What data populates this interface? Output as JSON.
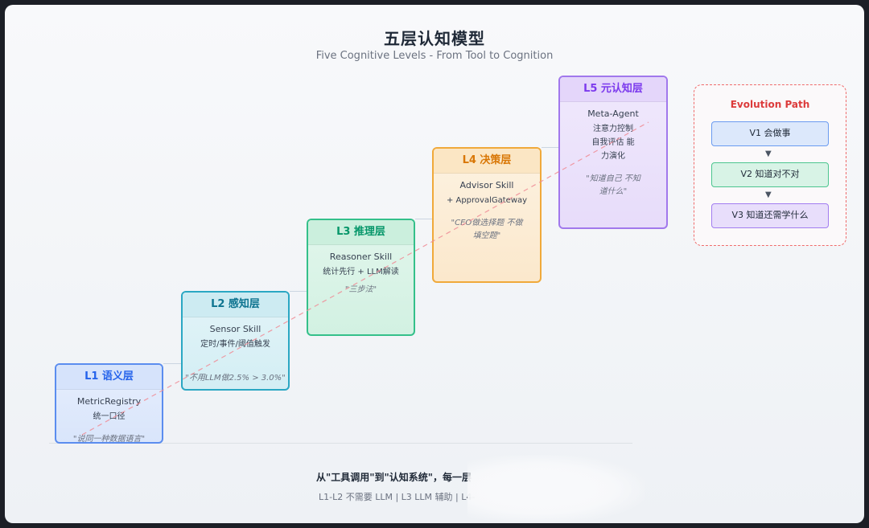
{
  "title": "五层认知模型",
  "subtitle": "Five Cognitive Levels - From Tool to Cognition",
  "levels": [
    {
      "name": "L1 语义层",
      "skill": "MetricRegistry",
      "desc": "统一口径",
      "quote": "\"说同一种数据语言\""
    },
    {
      "name": "L2 感知层",
      "skill": "Sensor Skill",
      "desc": "定时/事件/阈值触发",
      "quote": "\"不用LLM做2.5% > 3.0%\""
    },
    {
      "name": "L3 推理层",
      "skill": "Reasoner Skill",
      "desc": "统计先行 + LLM解读",
      "quote": "\"三步法\""
    },
    {
      "name": "L4 决策层",
      "skill": "Advisor Skill",
      "desc": "+ ApprovalGateway",
      "quote": "\"CEO做选择题 不做填空题\""
    },
    {
      "name": "L5 元认知层",
      "skill": "Meta-Agent",
      "desc": "注意力控制 自我评估 能力演化",
      "quote": "\"知道自己 不知道什么\""
    }
  ],
  "evolution": {
    "title": "Evolution Path",
    "steps": [
      "V1 会做事",
      "V2 知道对不对",
      "V3 知道还需学什么"
    ]
  },
  "footer": {
    "line1": "从\"工具调用\"到\"认知系统\"，每一层",
    "line2": "L1-L2 不需要 LLM | L3 LLM 辅助 | L4-"
  },
  "colors": {
    "l1": "#5b8def",
    "l2": "#2aa7c3",
    "l3": "#34c08a",
    "l4": "#f0a93a",
    "l5": "#a178ec",
    "evolution_border": "#ef6b6b",
    "diagonal": "#f08c96"
  }
}
